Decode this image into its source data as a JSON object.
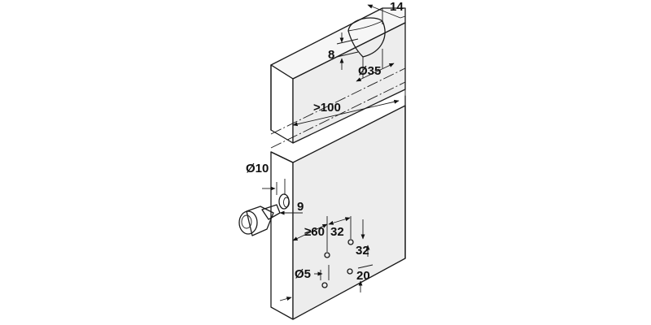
{
  "dimensions": {
    "edge_offset": "14",
    "cup_depth": "8",
    "cup_diameter": "Ø35",
    "min_distance": ">100",
    "knob_hole_diameter": "Ø10",
    "knob_hole_depth": "9",
    "min_edge_distance": "≥60",
    "pitch_horizontal": "32",
    "pitch_vertical": "32",
    "pilot_hole_diameter": "Ø5",
    "bottom_offset": "20"
  }
}
